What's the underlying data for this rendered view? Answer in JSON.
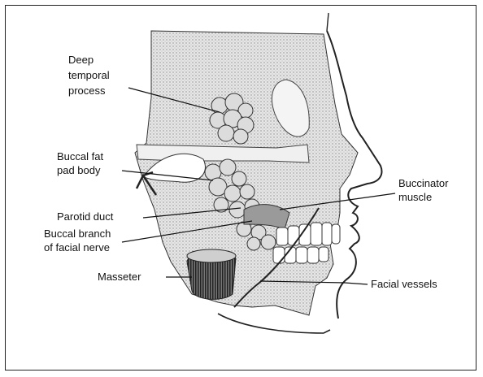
{
  "diagram": {
    "labels": {
      "deep_temporal": [
        "Deep",
        "temporal",
        "process"
      ],
      "buccal_fat": [
        "Buccal fat",
        "pad body"
      ],
      "parotid_duct": "Parotid duct",
      "buccal_branch": [
        "Buccal branch",
        "of facial nerve"
      ],
      "masseter": "Masseter",
      "buccinator": [
        "Buccinator",
        "muscle"
      ],
      "facial_vessels": "Facial vessels"
    }
  }
}
